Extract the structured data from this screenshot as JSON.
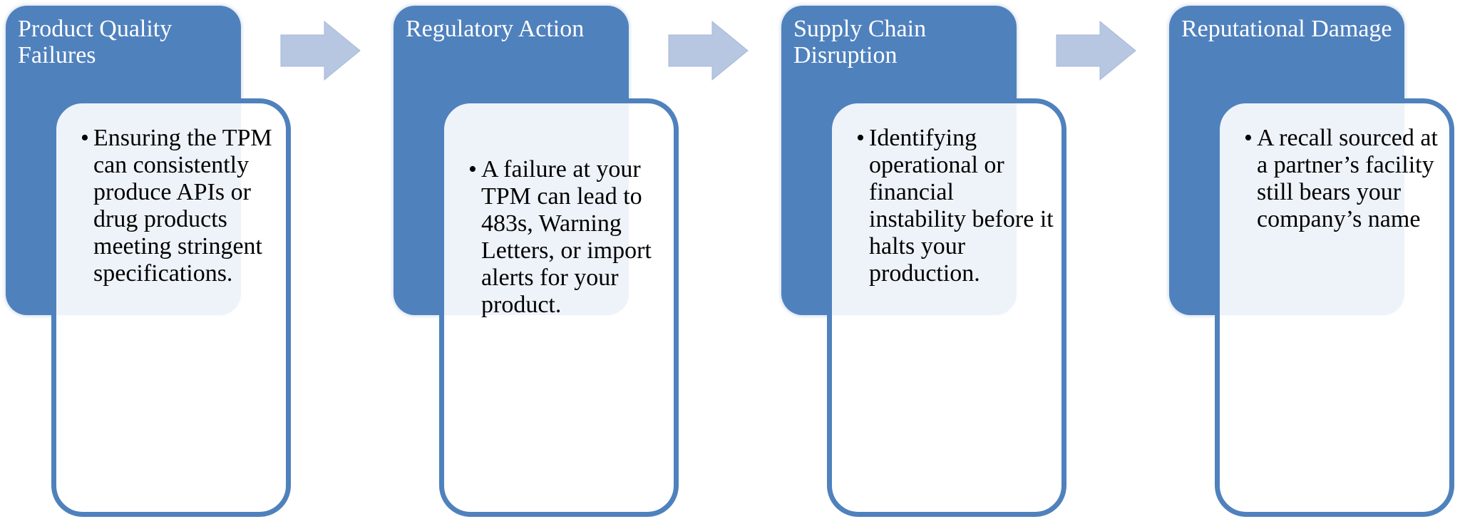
{
  "colors": {
    "accent": "#4f81bd",
    "arrow": "#b7c7e2",
    "header_text": "#ffffff",
    "body_text": "#000000"
  },
  "steps": [
    {
      "title": "Product Quality Failures",
      "bullet": "Ensuring the TPM can consistently produce APIs or drug products meeting stringent specifications."
    },
    {
      "title": "Regulatory Action",
      "bullet": "A failure at your TPM can lead to 483s, Warning Letters, or import alerts for your product."
    },
    {
      "title": "Supply Chain Disruption",
      "bullet": "Identifying operational or financial instability before it halts your production."
    },
    {
      "title": "Reputational Damage",
      "bullet": "A recall sourced at a partner’s facility still bears your company’s name"
    }
  ],
  "arrows": [
    {
      "icon": "right-arrow-icon"
    },
    {
      "icon": "right-arrow-icon"
    },
    {
      "icon": "right-arrow-icon"
    }
  ]
}
